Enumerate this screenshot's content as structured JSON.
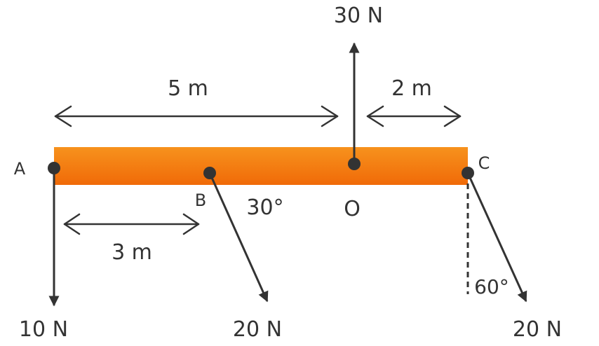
{
  "beam": {
    "color_top": "#f7921d",
    "color_bottom": "#f06a08"
  },
  "points": {
    "a": "A",
    "b": "B",
    "c": "C",
    "o": "O"
  },
  "forces": {
    "top": "30 N",
    "a": "10 N",
    "b": "20 N",
    "c": "20 N"
  },
  "dimensions": {
    "ao": "5 m",
    "oc": "2 m",
    "ab": "3 m"
  },
  "angles": {
    "b": "30°",
    "c": "60°"
  }
}
